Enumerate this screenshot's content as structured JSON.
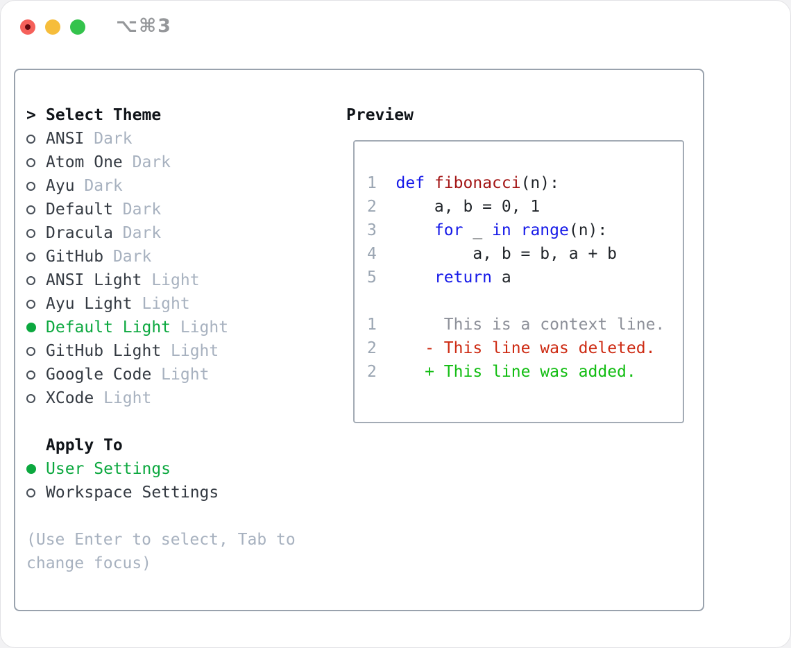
{
  "window": {
    "title": "⌥⌘3",
    "traffic_lights": [
      {
        "name": "close",
        "color": "#f5605a",
        "inner_dot_color": "#62080e"
      },
      {
        "name": "minimize",
        "color": "#f6bd3b"
      },
      {
        "name": "zoom",
        "color": "#34c34c"
      }
    ]
  },
  "theme_list": {
    "header_marker": ">",
    "header": "Select Theme",
    "items": [
      {
        "name": "ANSI",
        "variant": "Dark",
        "selected": false
      },
      {
        "name": "Atom One",
        "variant": "Dark",
        "selected": false
      },
      {
        "name": "Ayu",
        "variant": "Dark",
        "selected": false
      },
      {
        "name": "Default",
        "variant": "Dark",
        "selected": false
      },
      {
        "name": "Dracula",
        "variant": "Dark",
        "selected": false
      },
      {
        "name": "GitHub",
        "variant": "Dark",
        "selected": false
      },
      {
        "name": "ANSI Light",
        "variant": "Light",
        "selected": false
      },
      {
        "name": "Ayu Light",
        "variant": "Light",
        "selected": false
      },
      {
        "name": "Default Light",
        "variant": "Light",
        "selected": true
      },
      {
        "name": "GitHub Light",
        "variant": "Light",
        "selected": false
      },
      {
        "name": "Google Code",
        "variant": "Light",
        "selected": false
      },
      {
        "name": "XCode",
        "variant": "Light",
        "selected": false
      }
    ]
  },
  "apply_to": {
    "header": "Apply To",
    "options": [
      {
        "label": "User Settings",
        "selected": true
      },
      {
        "label": "Workspace Settings",
        "selected": false
      }
    ]
  },
  "hint": {
    "line1": "(Use Enter to select, Tab to",
    "line2": "change focus)"
  },
  "preview": {
    "header": "Preview",
    "lines": [
      {
        "num": "1",
        "gap": "  ",
        "tokens": [
          {
            "text": "def",
            "style": "keyword"
          },
          {
            "text": " ",
            "style": "plain"
          },
          {
            "text": "fibonacci",
            "style": "function"
          },
          {
            "text": "(n):",
            "style": "plain"
          }
        ]
      },
      {
        "num": "2",
        "gap": "  ",
        "tokens": [
          {
            "text": "    a, b = 0, 1",
            "style": "plain"
          }
        ]
      },
      {
        "num": "3",
        "gap": "  ",
        "tokens": [
          {
            "text": "    ",
            "style": "plain"
          },
          {
            "text": "for",
            "style": "keyword"
          },
          {
            "text": " _ ",
            "style": "plain"
          },
          {
            "text": "in",
            "style": "keyword"
          },
          {
            "text": " ",
            "style": "plain"
          },
          {
            "text": "range",
            "style": "keyword"
          },
          {
            "text": "(n):",
            "style": "plain"
          }
        ]
      },
      {
        "num": "4",
        "gap": "  ",
        "tokens": [
          {
            "text": "        a, b = b, a + b",
            "style": "plain"
          }
        ]
      },
      {
        "num": "5",
        "gap": "  ",
        "tokens": [
          {
            "text": "    ",
            "style": "plain"
          },
          {
            "text": "return",
            "style": "keyword"
          },
          {
            "text": " a",
            "style": "plain"
          }
        ]
      },
      {
        "blank": true
      },
      {
        "num": "1",
        "gap": "       ",
        "tokens": [
          {
            "text": "This is a context line.",
            "style": "context"
          }
        ]
      },
      {
        "num": "2",
        "gap": "     ",
        "tokens": [
          {
            "text": "- This line was deleted.",
            "style": "deleted"
          }
        ]
      },
      {
        "num": "2",
        "gap": "     ",
        "tokens": [
          {
            "text": "+ This line was added.",
            "style": "added"
          }
        ]
      }
    ]
  },
  "colors": {
    "selection_green": "#0ca83f",
    "keyword_blue": "#1418e8",
    "function_red": "#a31515",
    "diff_deleted_red": "#cd2a12",
    "diff_added_green": "#12bd12",
    "context_gray": "#8d9099",
    "line_number_gray": "#9aa5b2",
    "muted_suffix_gray": "#a7b1bf",
    "panel_border_gray": "#99a2ad",
    "text_dark": "#343a42"
  }
}
